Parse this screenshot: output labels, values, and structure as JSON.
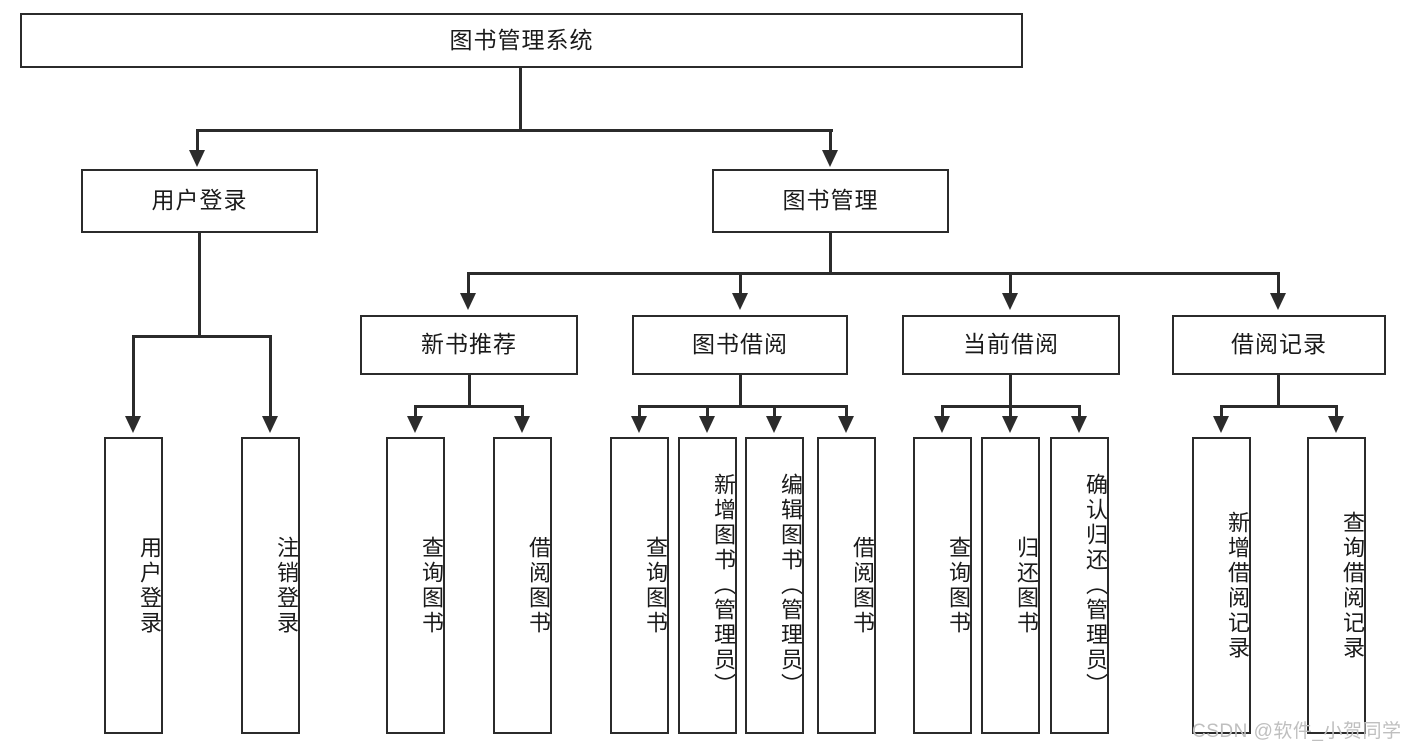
{
  "diagram": {
    "title": "图书管理系统",
    "type": "tree-hierarchy-diagram",
    "root": {
      "label": "图书管理系统"
    },
    "level2": [
      {
        "label": "用户登录"
      },
      {
        "label": "图书管理"
      }
    ],
    "level3": [
      {
        "label": "新书推荐"
      },
      {
        "label": "图书借阅"
      },
      {
        "label": "当前借阅"
      },
      {
        "label": "借阅记录"
      }
    ],
    "leaves": {
      "user_login": [
        {
          "label": "用户登录"
        },
        {
          "label": "注销登录"
        }
      ],
      "new_book_recommend": [
        {
          "label": "查询图书"
        },
        {
          "label": "借阅图书"
        }
      ],
      "book_borrow": [
        {
          "label": "查询图书"
        },
        {
          "label": "新增图书（管理员）"
        },
        {
          "label": "编辑图书（管理员）"
        },
        {
          "label": "借阅图书"
        }
      ],
      "current_borrow": [
        {
          "label": "查询图书"
        },
        {
          "label": "归还图书"
        },
        {
          "label": "确认归还（管理员）"
        }
      ],
      "borrow_record": [
        {
          "label": "新增借阅记录"
        },
        {
          "label": "查询借阅记录"
        }
      ]
    }
  },
  "watermark": {
    "text": "CSDN @软件_小贺同学"
  },
  "colors": {
    "stroke": "#2b2b2b",
    "fill": "#ffffff",
    "text": "#1a1a1a",
    "watermark": "#bfbfbf"
  }
}
